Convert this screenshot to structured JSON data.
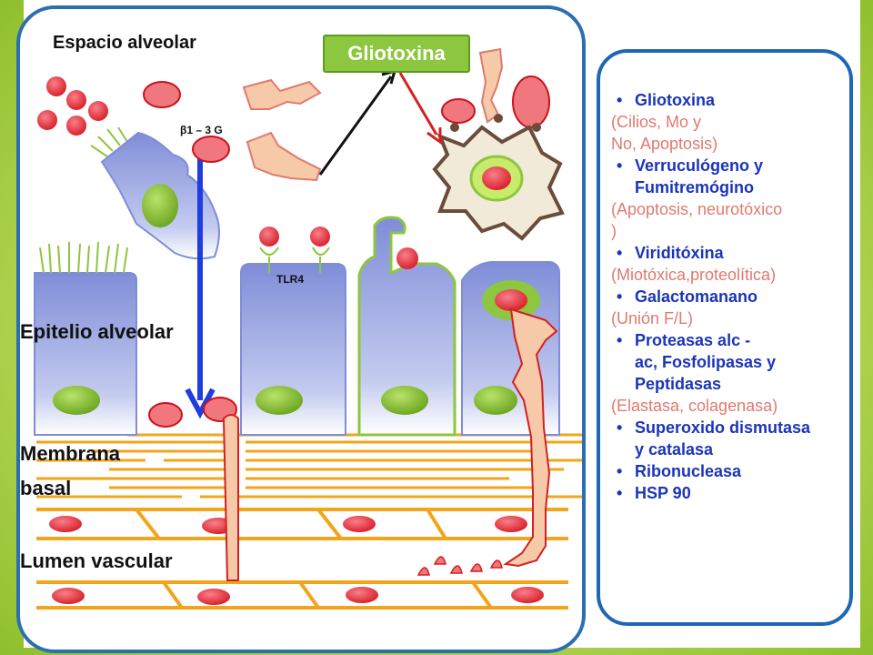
{
  "labels": {
    "espacio": "Espacio alveolar",
    "epitelio": "Epitelio alveolar",
    "membrana1": "Membrana",
    "membrana2": "basal",
    "lumen": "Lumen vascular",
    "beta": "β1 – 3 G",
    "tlr4": "TLR4",
    "gliotoxina": "Gliotoxina"
  },
  "list": [
    {
      "bullet": "•",
      "title": [
        "Gliotoxina"
      ],
      "sub": [
        "(Cilios, Mo y",
        "No, Apoptosis)"
      ]
    },
    {
      "bullet": "•",
      "title": [
        "Verruculógeno y",
        "Fumitremógino"
      ],
      "sub": [
        "(Apoptosis, neurotóxico",
        ")"
      ]
    },
    {
      "bullet": "•",
      "title": [
        "Viriditóxina"
      ],
      "sub": [
        "(Miotóxica,proteolítica)"
      ]
    },
    {
      "bullet": "•",
      "title": [
        "Galactomanano"
      ],
      "sub": [
        "(Unión F/L)"
      ]
    },
    {
      "bullet": "•",
      "title": [
        "Proteasas alc -",
        "ac, Fosfolipasas y",
        "Peptidasas"
      ],
      "sub": [
        "(Elastasa, colagenasa)"
      ]
    },
    {
      "bullet": "•",
      "title": [
        "Superoxido dismutasa",
        "y catalasa"
      ],
      "sub": []
    },
    {
      "bullet": "•",
      "title": [
        "Ribonucleasa"
      ],
      "sub": []
    },
    {
      "bullet": "•",
      "title": [
        "HSP 90"
      ],
      "sub": []
    }
  ],
  "colors": {
    "panel_border": "#1f66b3",
    "cell_fill": "#aab4e6",
    "nucleus": "#8dc63f",
    "spore": "#e2242e",
    "membrane": "#f2a51a",
    "hypha": "#f6c9a8",
    "arrow_blue": "#1f3de0",
    "arrow_red": "#d42020",
    "title_text": "#1b35b8",
    "sub_text": "#e0796e"
  }
}
